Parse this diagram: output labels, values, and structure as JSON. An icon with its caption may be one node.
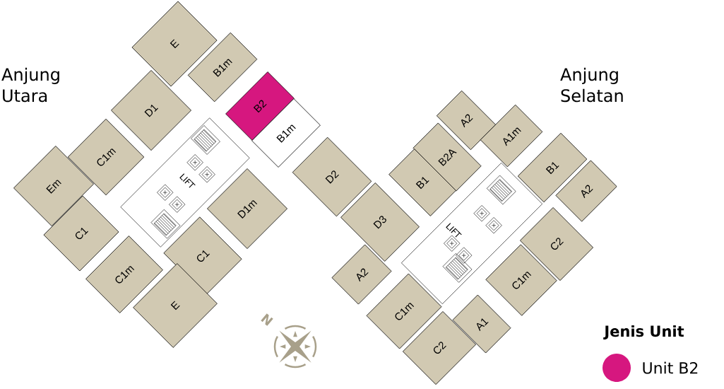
{
  "diagram": {
    "nodes": [
      {
        "text": [
          "E"
        ]
      },
      {
        "text": [
          "B1m"
        ]
      },
      {
        "text": [
          "D1"
        ]
      },
      {
        "text": [
          "B2"
        ]
      },
      {
        "text": [
          "A2"
        ]
      },
      {
        "text": [
          "A1m"
        ]
      },
      {
        "text": [
          "B1m"
        ]
      },
      {
        "text": [
          "C1m"
        ]
      },
      {
        "text": [
          "B2A"
        ]
      },
      {
        "text": [
          "B1"
        ]
      },
      {
        "text": [
          "D2"
        ]
      },
      {
        "text": [
          "B1"
        ]
      },
      {
        "text": [
          "Em"
        ]
      },
      {
        "text": [
          "A2"
        ]
      },
      {
        "text": [
          "D1m"
        ]
      },
      {
        "text": [
          "D3"
        ]
      },
      {
        "text": [
          "C1"
        ]
      },
      {
        "text": [
          "C2"
        ]
      },
      {
        "text": [
          "C1"
        ]
      },
      {
        "text": [
          "C1m"
        ]
      },
      {
        "text": [
          "A2"
        ]
      },
      {
        "text": [
          "C1m"
        ]
      },
      {
        "text": [
          "E"
        ]
      },
      {
        "text": [
          "C1m"
        ]
      },
      {
        "text": [
          "A1"
        ]
      },
      {
        "text": [
          "C2"
        ]
      }
    ],
    "labels": [
      "Anjung Utara",
      "Anjung Selatan",
      "LIFT",
      "LIFT",
      "N",
      "Jenis Unit"
    ],
    "legend": [
      {
        "text": "Unit B2",
        "color": "#d6177f"
      }
    ]
  }
}
